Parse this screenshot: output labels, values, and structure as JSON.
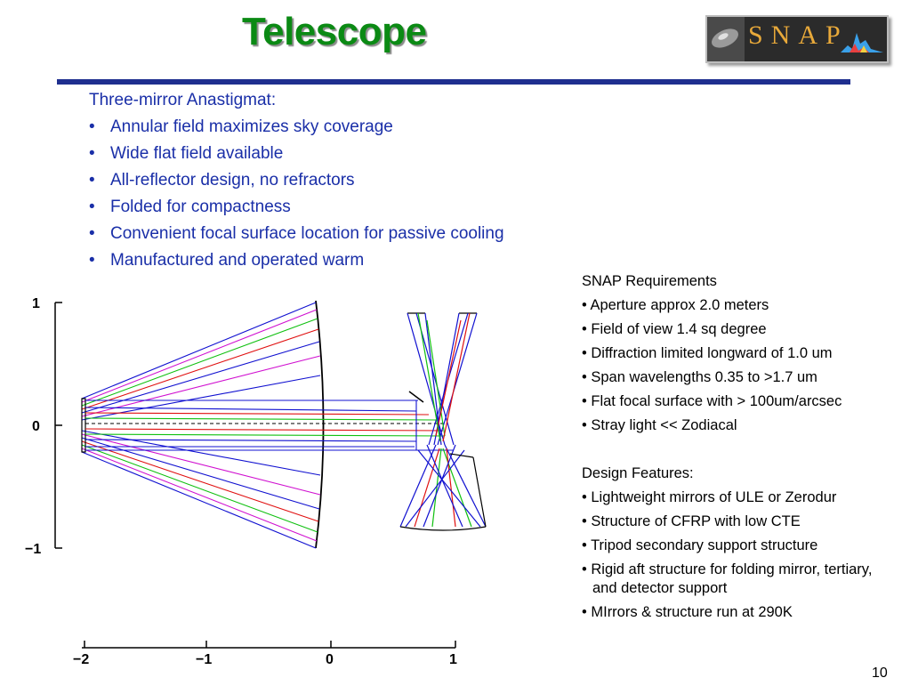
{
  "slide": {
    "title": "Telescope",
    "logo_text": "SNAP",
    "intro_heading": "Three-mirror Anastigmat:",
    "bullets": [
      "Annular field maximizes sky coverage",
      "Wide flat field available",
      "All-reflector design, no refractors",
      "Folded for compactness",
      "Convenient focal surface location for passive cooling",
      "Manufactured and operated warm"
    ],
    "bullet_char": "•",
    "requirements": {
      "heading": "SNAP Requirements",
      "items": [
        "• Aperture approx 2.0 meters",
        "• Field of view 1.4 sq degree",
        "• Diffraction limited longward of 1.0 um",
        "• Span wavelengths 0.35 to >1.7 um",
        "• Flat focal surface with > 100um/arcsec",
        "• Stray light << Zodiacal"
      ]
    },
    "design": {
      "heading": "Design Features:",
      "items": [
        "• Lightweight mirrors of ULE or Zerodur",
        "• Structure of CFRP with low CTE",
        "• Tripod secondary support structure",
        "• Rigid aft structure for folding mirror, tertiary, and detector support",
        "• MIrrors & structure run at 290K"
      ]
    },
    "page_number": "10"
  },
  "diagram": {
    "y_ticks": [
      "1",
      "0",
      "−1"
    ],
    "x_ticks": [
      "−2",
      "−1",
      "0",
      "1"
    ],
    "ray_colors": {
      "blue": "#1010d0",
      "red": "#e01010",
      "green": "#10c010",
      "magenta": "#d010d0"
    }
  },
  "colors": {
    "title": "#0b8a14",
    "rule": "#1f2f8f",
    "intro_text": "#1a2fa8"
  }
}
